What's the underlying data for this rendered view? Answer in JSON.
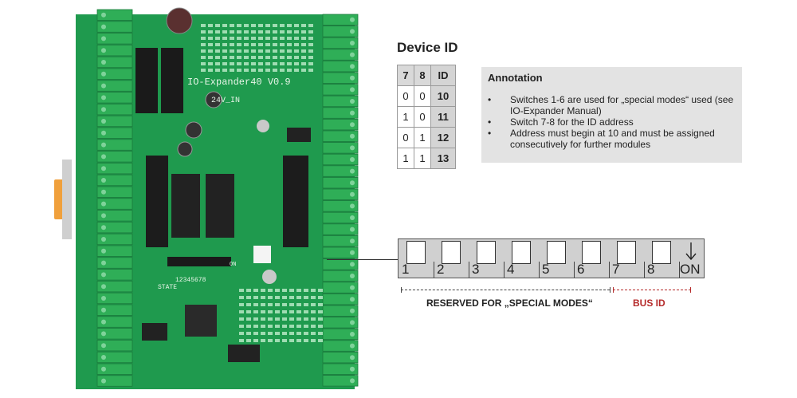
{
  "device_id": {
    "title": "Device ID",
    "headers": [
      "7",
      "8",
      "ID"
    ],
    "rows": [
      [
        "0",
        "0",
        "10"
      ],
      [
        "1",
        "0",
        "11"
      ],
      [
        "0",
        "1",
        "12"
      ],
      [
        "1",
        "1",
        "13"
      ]
    ]
  },
  "annotation": {
    "title": "Annotation",
    "bullet": "•",
    "items": [
      "Switches 1-6 are used for „special modes“ used (see IO-Expander Manual)",
      "Switch 7-8 for the ID address",
      "Address must begin at 10 and must be assigned consecutively for further modules"
    ]
  },
  "dip_switch": {
    "switches": [
      "1",
      "2",
      "3",
      "4",
      "5",
      "6",
      "7",
      "8"
    ],
    "on_label": "ON",
    "reserved_label": "RESERVED FOR „SPECIAL MODES“",
    "bus_id_label": "BUS ID",
    "bus_id_color": "#b52a2a"
  },
  "board": {
    "silkscreen_title": "IO-Expander40 V0.9",
    "power_label": "24V_IN",
    "state_label": "STATE",
    "dip_label": "ON",
    "dip_numbers": "12345678"
  },
  "colors": {
    "pcb": "#1f9a4e",
    "terminal": "#2fae57",
    "accent_red": "#b52a2a",
    "annotation_bg": "#e3e3e3"
  }
}
